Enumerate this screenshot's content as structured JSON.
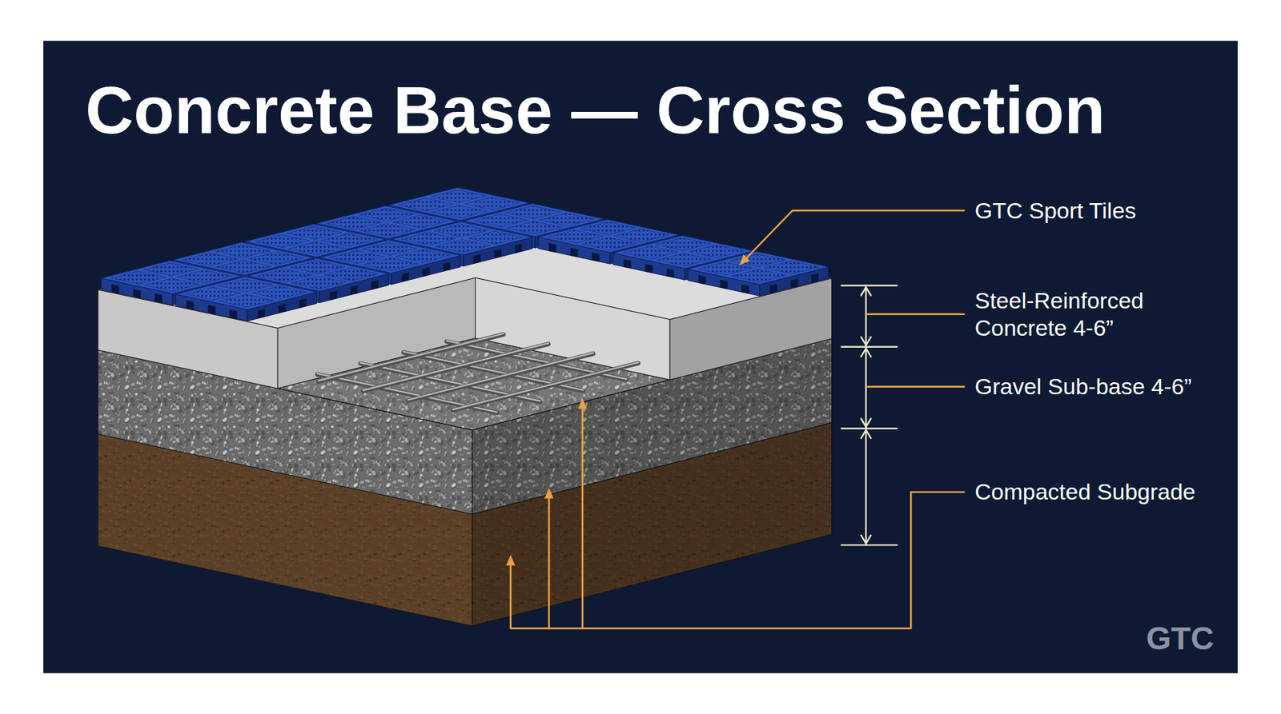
{
  "diagram": {
    "title": "Concrete Base — Cross Section",
    "labels": [
      "GTC Sport Tiles",
      "Steel-Reinforced Concrete 4-6”",
      "Gravel Sub-base 4-6”",
      "Compacted Subgrade",
      "GTC"
    ]
  }
}
